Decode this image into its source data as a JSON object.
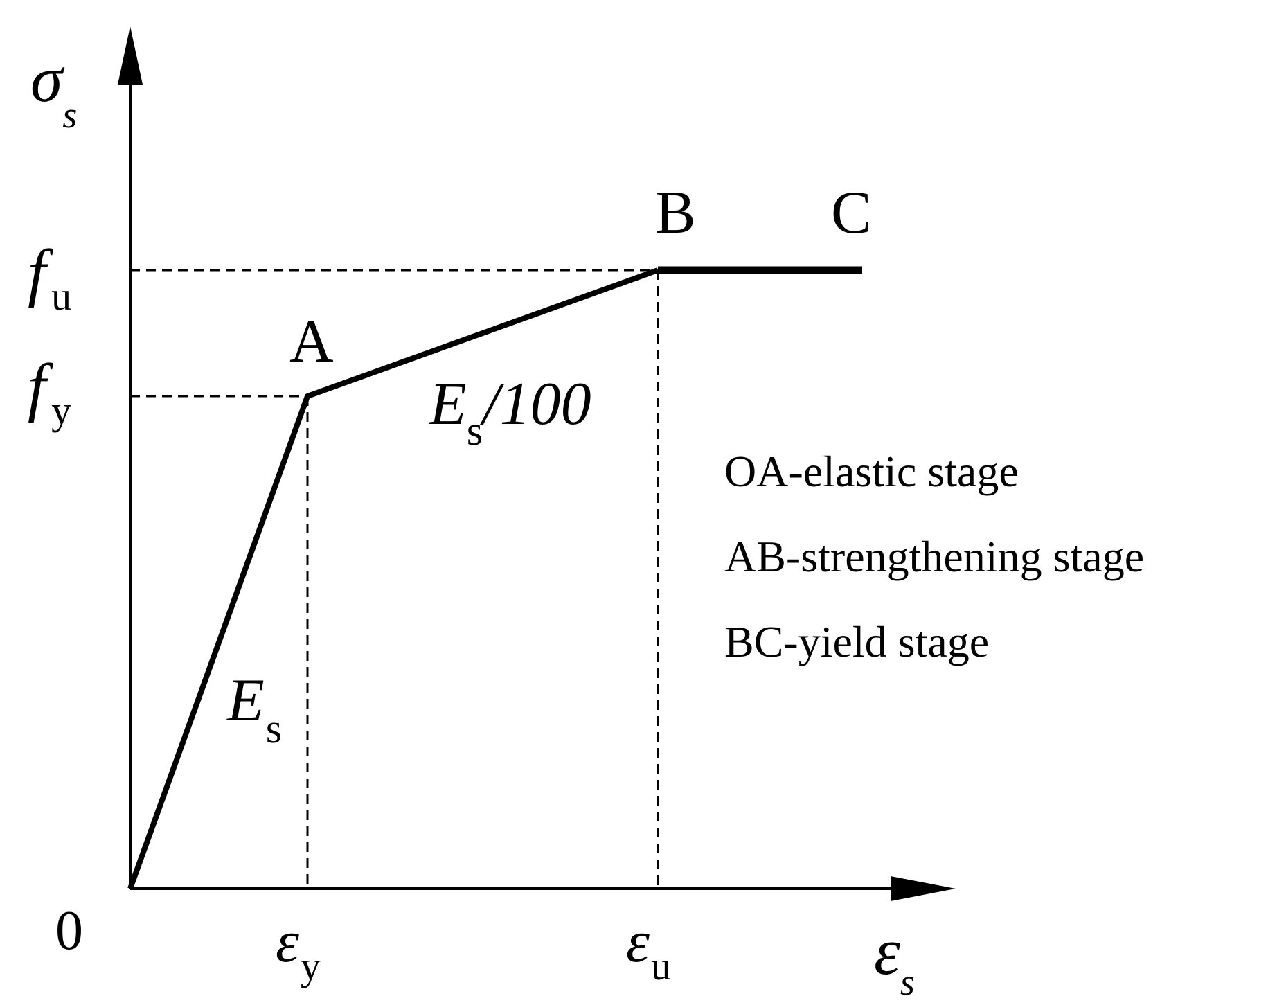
{
  "axes": {
    "y": {
      "symbol": "σ",
      "subscript": "s"
    },
    "x": {
      "symbol": "ε",
      "subscript": "s"
    },
    "origin": "0"
  },
  "y_ticks": [
    {
      "symbol": "f",
      "subscript": "u"
    },
    {
      "symbol": "f",
      "subscript": "y"
    }
  ],
  "x_ticks": [
    {
      "symbol": "ε",
      "subscript": "y"
    },
    {
      "symbol": "ε",
      "subscript": "u"
    }
  ],
  "points": {
    "A": "A",
    "B": "B",
    "C": "C"
  },
  "slopes": {
    "elastic": {
      "symbol": "E",
      "subscript": "s"
    },
    "hardening": {
      "symbol": "E",
      "subscript": "s",
      "suffix": "/100"
    }
  },
  "legend": [
    "OA-elastic stage",
    "AB-strengthening stage",
    "BC-yield stage"
  ],
  "colors": {
    "line": "#000000",
    "background": "#ffffff"
  }
}
